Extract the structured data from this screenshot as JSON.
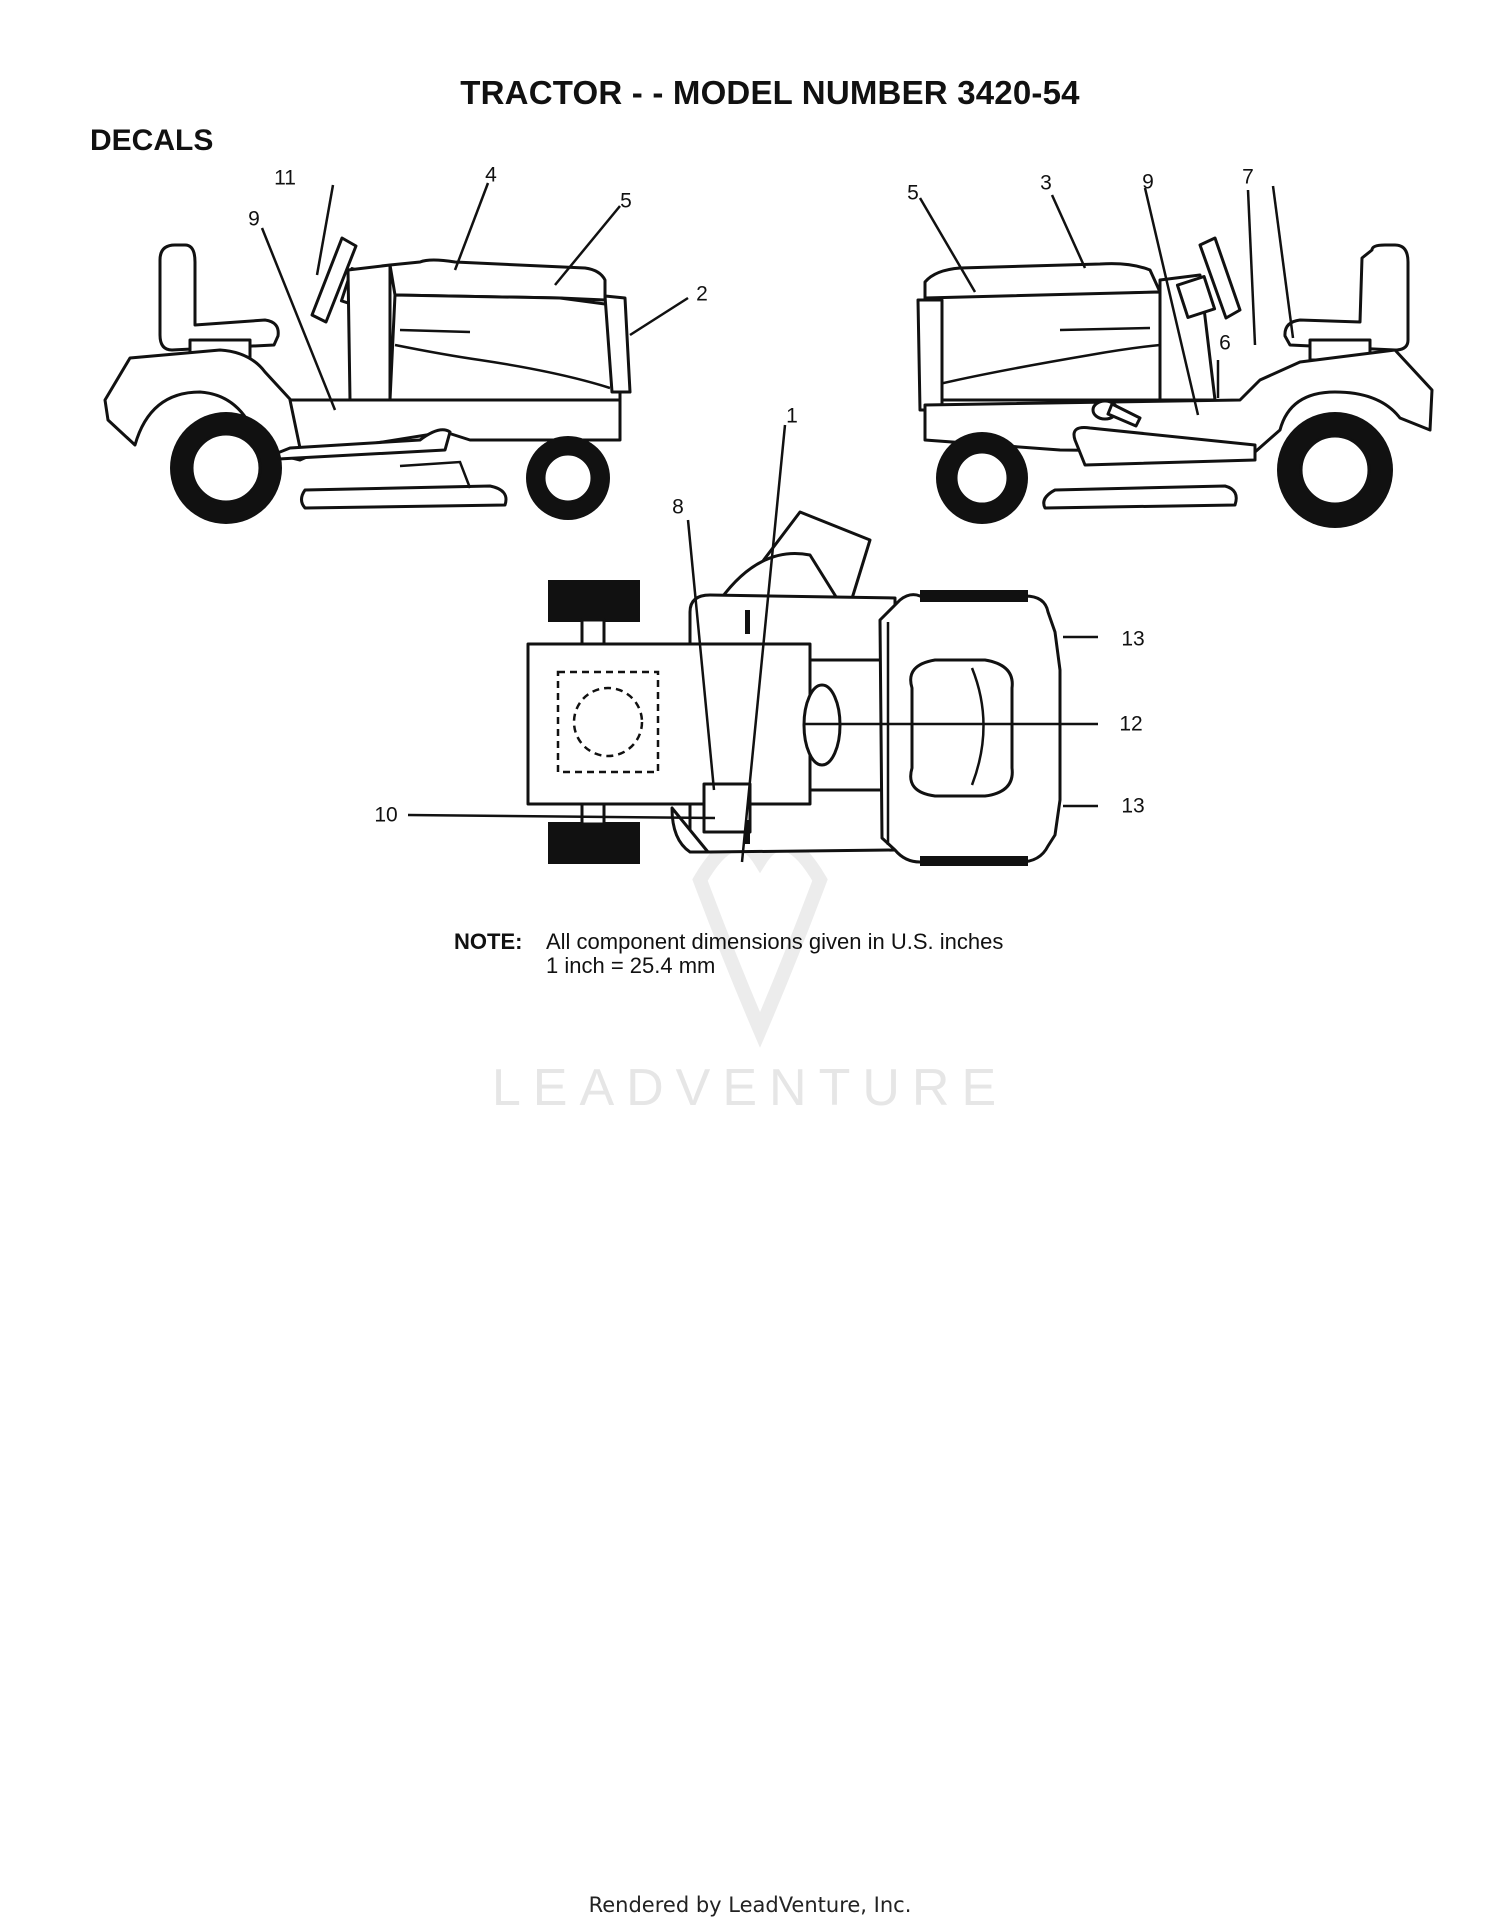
{
  "title": "TRACTOR - - MODEL NUMBER 3420-54",
  "section": "DECALS",
  "callouts": [
    "1",
    "2",
    "3",
    "4",
    "5",
    "5",
    "6",
    "7",
    "8",
    "9",
    "9",
    "10",
    "11",
    "12",
    "13",
    "13"
  ],
  "note": {
    "label": "NOTE:",
    "line1": "All component dimensions given in U.S. inches",
    "line2": "1 inch = 25.4 mm"
  },
  "watermark": "LEADVENTURE",
  "footer": "Rendered by LeadVenture, Inc."
}
